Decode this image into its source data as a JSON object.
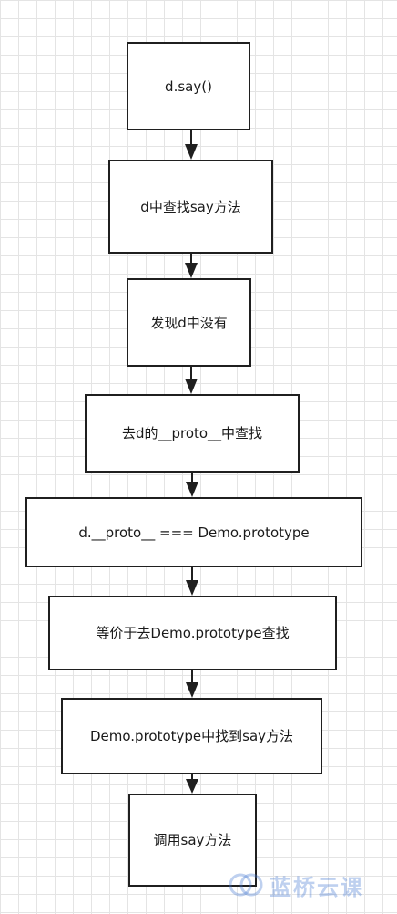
{
  "diagram": {
    "nodes": [
      {
        "id": "n1",
        "label": "d.say()"
      },
      {
        "id": "n2",
        "label": "d中查找say方法"
      },
      {
        "id": "n3",
        "label": "发现d中没有"
      },
      {
        "id": "n4",
        "label": "去d的__proto__中查找"
      },
      {
        "id": "n5",
        "label": "d.__proto__ === Demo.prototype"
      },
      {
        "id": "n6",
        "label": "等价于去Demo.prototype查找"
      },
      {
        "id": "n7",
        "label": "Demo.prototype中找到say方法"
      },
      {
        "id": "n8",
        "label": "调用say方法"
      }
    ],
    "edges": [
      {
        "from": "n1",
        "to": "n2"
      },
      {
        "from": "n2",
        "to": "n3"
      },
      {
        "from": "n3",
        "to": "n4"
      },
      {
        "from": "n4",
        "to": "n5"
      },
      {
        "from": "n5",
        "to": "n6"
      },
      {
        "from": "n6",
        "to": "n7"
      },
      {
        "from": "n7",
        "to": "n8"
      }
    ]
  },
  "watermark": {
    "text": "蓝桥云课"
  },
  "colors": {
    "stroke": "#1f1f1f",
    "grid": "#e4e4e4",
    "watermark": "#4678d2"
  }
}
